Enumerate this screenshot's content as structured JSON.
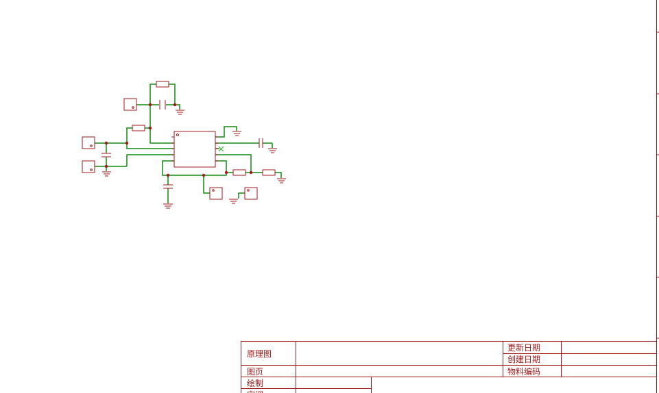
{
  "title_block": {
    "schematic_label": "原理图",
    "updated_date_label": "更新日期",
    "created_date_label": "创建日期",
    "sheet_label": "图页",
    "part_number_label": "物料编码",
    "drawn_by_label": "绘制",
    "reviewed_by_label": "审阅"
  },
  "colors": {
    "wire": "#108a10",
    "component": "#a01818",
    "junction": "#a01818",
    "no_connect": "#30c030",
    "background": "#ffffff"
  }
}
